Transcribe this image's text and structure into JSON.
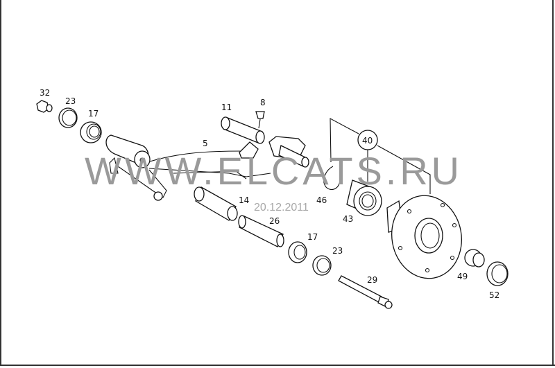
{
  "diagram": {
    "title": "Rear axle trailing arm and wheel hub exploded view",
    "watermark": "WWW.ELCATS.RU",
    "date": "20.12.2011",
    "callouts": [
      {
        "part": "32"
      },
      {
        "part": "23"
      },
      {
        "part": "17"
      },
      {
        "part": "11"
      },
      {
        "part": "8"
      },
      {
        "part": "5"
      },
      {
        "part": "40"
      },
      {
        "part": "14"
      },
      {
        "part": "46"
      },
      {
        "part": "43"
      },
      {
        "part": "26"
      },
      {
        "part": "17"
      },
      {
        "part": "23"
      },
      {
        "part": "29"
      },
      {
        "part": "49"
      },
      {
        "part": "52"
      }
    ]
  }
}
